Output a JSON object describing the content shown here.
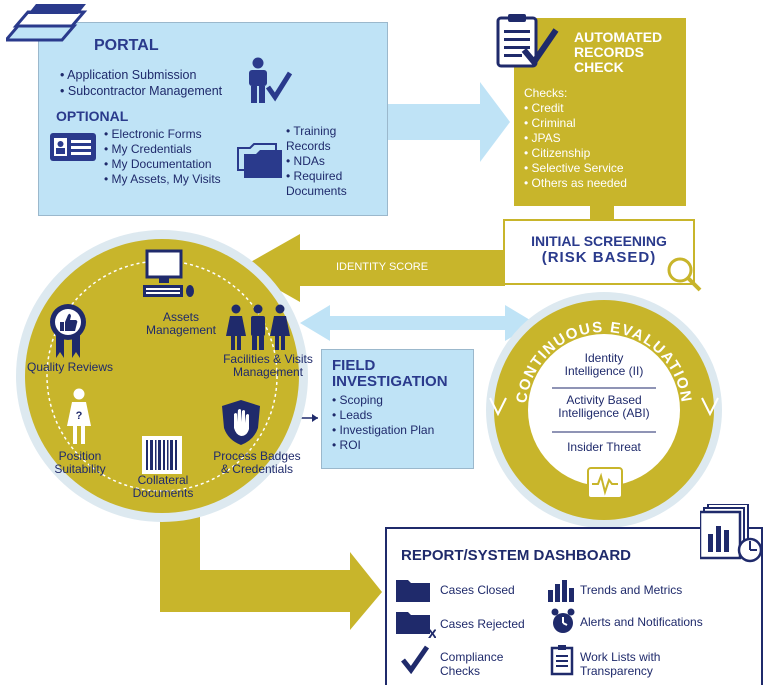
{
  "portal": {
    "title": "PORTAL",
    "items": [
      "Application Submission",
      "Subcontractor Management"
    ],
    "optional_title": "OPTIONAL",
    "optional_items": [
      "Electronic Forms",
      "My Credentials",
      "My Documentation",
      "My Assets, My Visits"
    ],
    "folder_items": [
      "Training Records",
      "NDAs",
      "Required Documents"
    ]
  },
  "records": {
    "title_lines": [
      "AUTOMATED",
      "RECORDS",
      "CHECK"
    ],
    "checks_label": "Checks:",
    "checks": [
      "Credit",
      "Criminal",
      "JPAS",
      "Citizenship",
      "Selective Service",
      "Others as needed"
    ]
  },
  "screening": {
    "line1": "INITIAL SCREENING",
    "line2": "(RISK BASED)",
    "arrow_label": "IDENTITY SCORE"
  },
  "circle": {
    "assets": "Assets Management",
    "quality": "Quality Reviews",
    "facilities": "Facilities & Visits Management",
    "position": "Position Suitability",
    "collateral": "Collateral Documents",
    "badges": "Process Badges & Credentials"
  },
  "field": {
    "title_lines": [
      "FIELD",
      "INVESTIGATION"
    ],
    "items": [
      "Scoping",
      "Leads",
      "Investigation Plan",
      "ROI"
    ]
  },
  "continuous": {
    "title": "CONTINUOUS EVALUATION",
    "items": [
      "Identity Intelligence (II)",
      "Activity Based Intelligence (ABI)",
      "Insider Threat"
    ]
  },
  "report": {
    "title": "REPORT/SYSTEM DASHBOARD",
    "left_items": [
      "Cases Closed",
      "Cases Rejected",
      "Compliance Checks"
    ],
    "right_items": [
      "Trends and Metrics",
      "Alerts and Notifications",
      "Work Lists with Transparency"
    ]
  },
  "colors": {
    "gold": "#c8b52b",
    "light_blue": "#bfe3f6",
    "navy": "#1f2a6b"
  }
}
